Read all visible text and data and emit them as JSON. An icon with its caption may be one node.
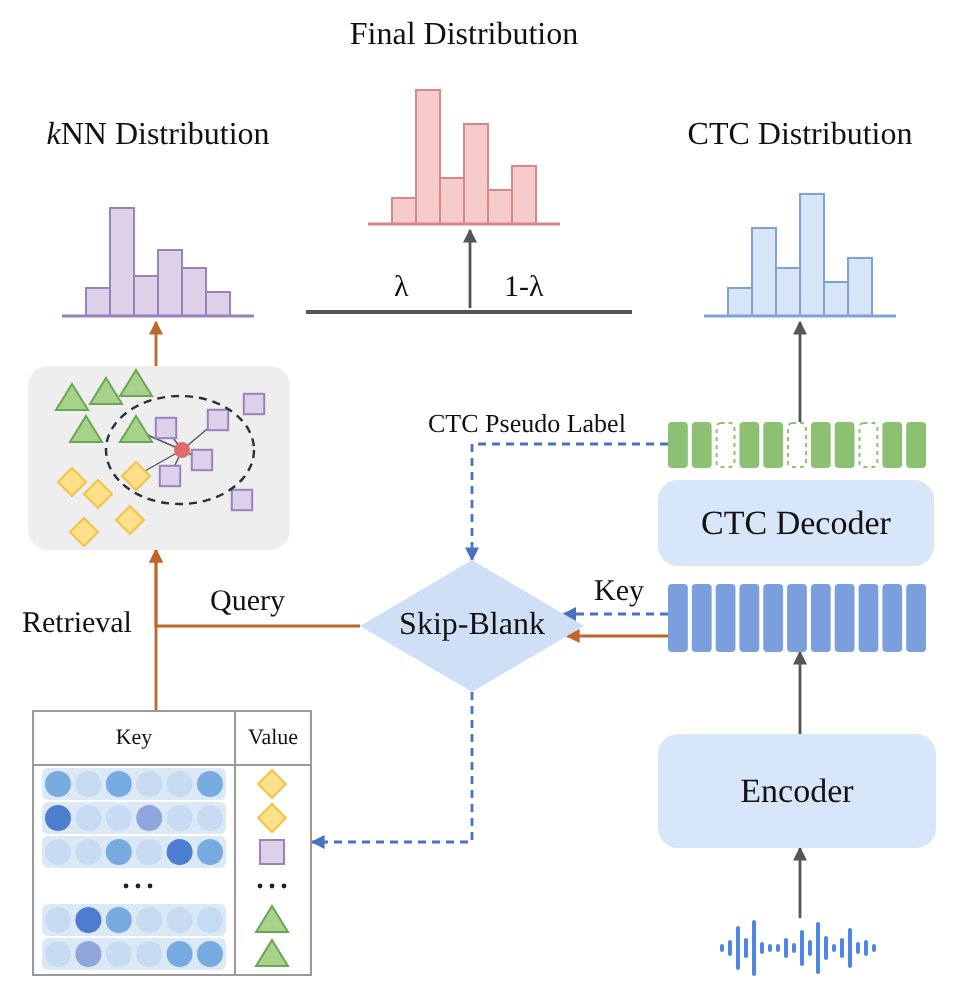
{
  "diagram": {
    "nodes": [
      {
        "text": [
          "kNN Distribution"
        ]
      },
      {
        "text": [
          "Final Distribution"
        ]
      },
      {
        "text": [
          "CTC Distribution"
        ]
      },
      {
        "text": [],
        "shape": "bar"
      },
      {
        "text": [],
        "shape": "picture"
      },
      {
        "text": [
          "Skip-Blank"
        ]
      },
      {
        "text": [],
        "shape": "bar"
      },
      {
        "text": [
          "CTC Decoder"
        ]
      },
      {
        "text": [],
        "shape": "bar"
      },
      {
        "text": [
          "Encoder"
        ]
      },
      {
        "text": [],
        "shape": "picture"
      },
      {
        "text": [
          "Key",
          "Value"
        ]
      }
    ],
    "edges": [
      {
        "from": 10,
        "to": 9,
        "arrow": "to"
      },
      {
        "from": 9,
        "to": 8,
        "arrow": "to"
      },
      {
        "from": 8,
        "to": 5,
        "arrow": "to",
        "label": "Key",
        "style": "dashed",
        "color": "#4a72c0"
      },
      {
        "from": 8,
        "to": 5,
        "arrow": "to",
        "color": "#c0662a"
      },
      {
        "from": 6,
        "to": 5,
        "arrow": "to",
        "label": "CTC Pseudo Label",
        "style": "dashed",
        "color": "#4a72c0"
      },
      {
        "from": 5,
        "to": 11,
        "arrow": "to",
        "style": "dashed",
        "color": "#4a72c0"
      },
      {
        "from": 5,
        "to": 4,
        "arrow": "to",
        "label": "Query",
        "color": "#c0662a"
      },
      {
        "from": 11,
        "to": 4,
        "arrow": "to",
        "label": "Retrieval",
        "color": "#c0662a"
      },
      {
        "from": 4,
        "to": 0,
        "arrow": "to",
        "color": "#c0662a"
      },
      {
        "from": 3,
        "to": 1,
        "arrow": "to"
      },
      {
        "from": 6,
        "to": 2,
        "arrow": "to"
      }
    ],
    "labels": [
      "λ",
      "1-λ"
    ]
  }
}
